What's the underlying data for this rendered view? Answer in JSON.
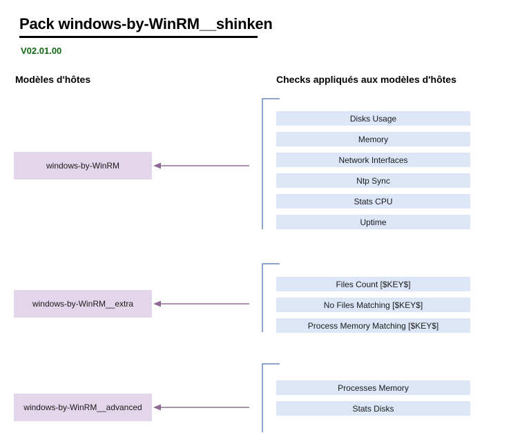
{
  "header": {
    "title": "Pack windows-by-WinRM__shinken",
    "version": "V02.01.00"
  },
  "columns": {
    "left_heading": "Modèles d'hôtes",
    "right_heading": "Checks appliqués aux modèles d'hôtes"
  },
  "colors": {
    "host_box_fill": "#e3d5ea",
    "check_box_fill": "#dce6f7",
    "bracket_line": "#8ba4c8",
    "arrow": "#8e6a94",
    "version_text": "#116611",
    "title_rule": "#000000"
  },
  "groups": [
    {
      "host_model": "windows-by-WinRM",
      "checks": [
        "Disks Usage",
        "Memory",
        "Network Interfaces",
        "Ntp Sync",
        "Stats CPU",
        "Uptime"
      ]
    },
    {
      "host_model": "windows-by-WinRM__extra",
      "checks": [
        "Files Count [$KEY$]",
        "No Files Matching [$KEY$]",
        "Process Memory Matching [$KEY$]"
      ]
    },
    {
      "host_model": "windows-by-WinRM__advanced",
      "checks": [
        "Processes Memory",
        "Stats Disks"
      ]
    }
  ]
}
